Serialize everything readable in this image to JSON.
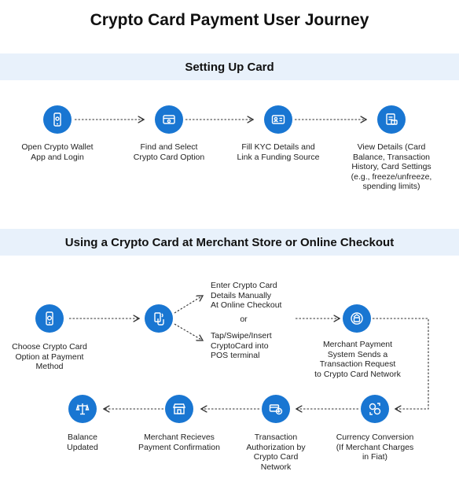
{
  "title": "Crypto Card Payment User Journey",
  "colors": {
    "node": "#1976d2",
    "band": "#e8f1fb",
    "line": "#333333"
  },
  "section1": {
    "heading": "Setting Up Card",
    "steps": [
      {
        "icon": "phone-login-icon",
        "label": "Open Crypto Wallet\nApp and Login"
      },
      {
        "icon": "card-select-icon",
        "label": "Find and Select\nCrypto Card Option"
      },
      {
        "icon": "kyc-id-icon",
        "label": "Fill KYC Details and\nLink a Funding Source"
      },
      {
        "icon": "card-details-icon",
        "label": "View Details (Card\nBalance, Transaction\nHistory, Card Settings\n(e.g., freeze/unfreeze,\nspending limits)"
      }
    ]
  },
  "section2": {
    "heading": "Using a Crypto Card at Merchant Store or Online Checkout",
    "steps": [
      {
        "icon": "phone-crypto-icon",
        "label": "Choose Crypto Card\nOption at Payment\nMethod"
      },
      {
        "icon": "tap-pay-icon",
        "label": ""
      },
      {
        "icon": "payment-network-icon",
        "label": "Merchant Payment\nSystem Sends a\nTransaction Request\nto Crypto Card Network"
      },
      {
        "icon": "currency-exchange-icon",
        "label": "Currency Conversion\n(If Merchant Charges\nin Fiat)"
      },
      {
        "icon": "authorization-icon",
        "label": "Transaction\nAuthorization by\nCrypto Card\nNetwork"
      },
      {
        "icon": "store-icon",
        "label": "Merchant Recieves\nPayment Confirmation"
      },
      {
        "icon": "balance-scale-icon",
        "label": "Balance\nUpdated"
      }
    ],
    "branch_top": "Enter Crypto Card\nDetails Manually\nAt Online Checkout",
    "branch_or": "or",
    "branch_bottom": "Tap/Swipe/Insert\nCryptoCard into\nPOS terminal"
  }
}
